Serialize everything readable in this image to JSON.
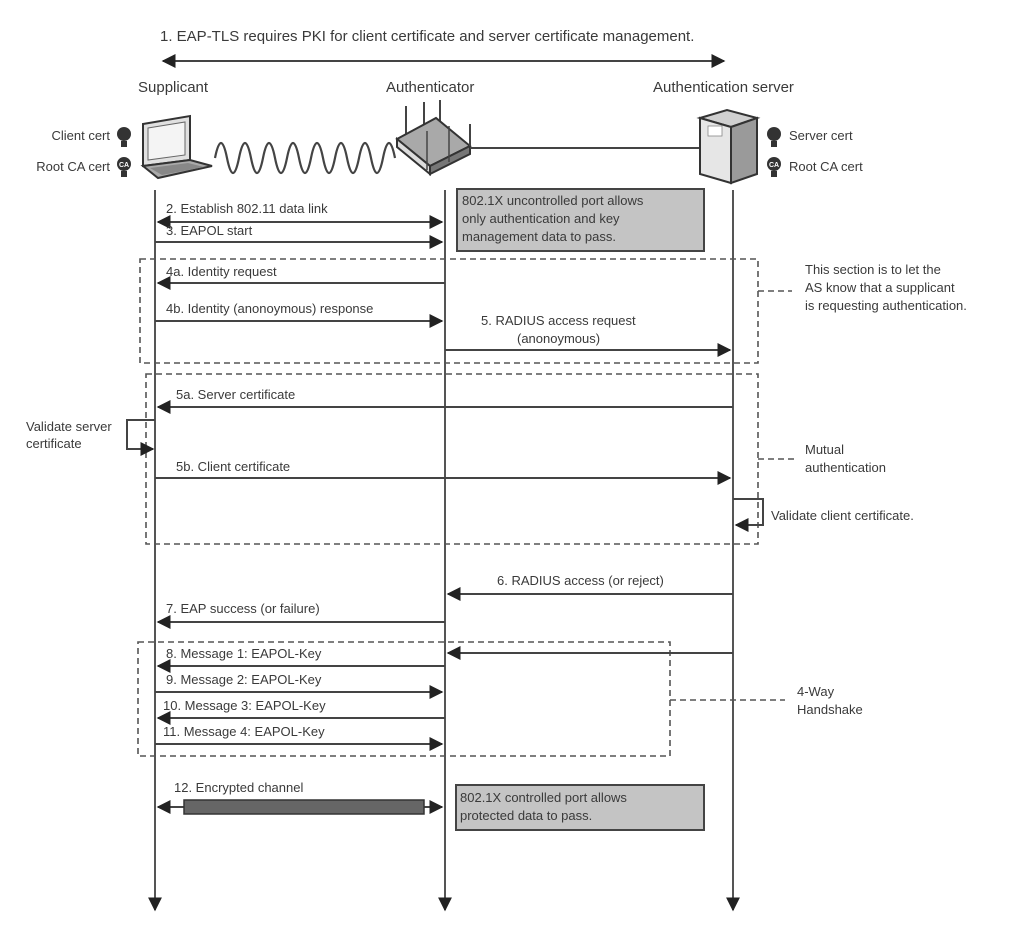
{
  "title": "1. EAP-TLS requires PKI for client certificate and server certificate management.",
  "actors": {
    "supplicant": {
      "label": "Supplicant",
      "certs": [
        "Client cert",
        "Root CA cert"
      ],
      "icon": "laptop-icon"
    },
    "authenticator": {
      "label": "Authenticator",
      "icon": "wireless-router-icon"
    },
    "server": {
      "label": "Authentication server",
      "certs": [
        "Server cert",
        "Root CA cert"
      ],
      "icon": "server-tower-icon"
    }
  },
  "cert_icon_text": "CA",
  "notes": {
    "uncontrolled_port": [
      "802.1X uncontrolled port allows",
      "only authentication and key",
      "management data to pass."
    ],
    "controlled_port": [
      "802.1X controlled port allows",
      "protected data to pass."
    ]
  },
  "messages": {
    "m2": "2. Establish 802.11 data link",
    "m3": "3. EAPOL start",
    "m4a": "4a. Identity request",
    "m4b": "4b. Identity (anonoymous) response",
    "m5_line1": "5. RADIUS access request",
    "m5_line2": "(anonoymous)",
    "m5a": "5a. Server certificate",
    "m5b": "5b. Client certificate",
    "m6": "6. RADIUS access (or reject)",
    "m7": "7. EAP success (or failure)",
    "m8": "8. Message 1: EAPOL-Key",
    "m9": "9. Message 2: EAPOL-Key",
    "m10": "10. Message 3: EAPOL-Key",
    "m11": "11. Message 4: EAPOL-Key",
    "m12": "12. Encrypted channel"
  },
  "self_actions": {
    "validate_server": [
      "Validate server",
      "certificate"
    ],
    "validate_client": "Validate client certificate."
  },
  "groups": {
    "identity": [
      "This section is to let the",
      "AS know that a supplicant",
      "is requesting authentication."
    ],
    "mutual": [
      "Mutual",
      "authentication"
    ],
    "handshake": [
      "4-Way",
      "Handshake"
    ]
  }
}
